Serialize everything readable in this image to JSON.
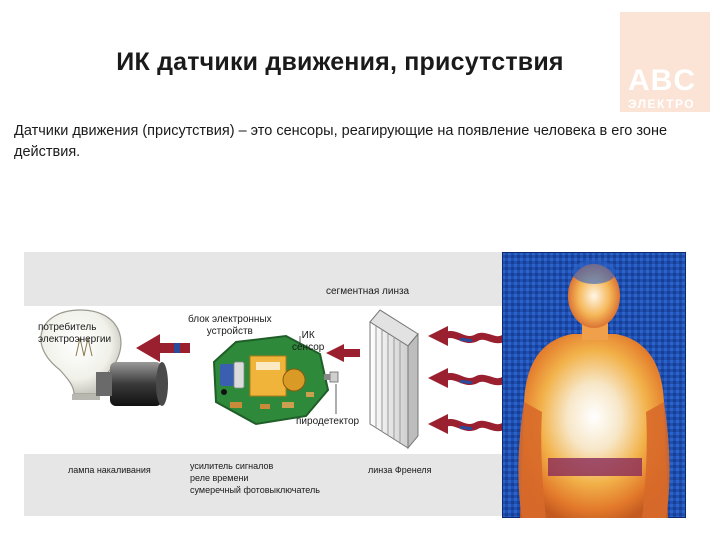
{
  "slide": {
    "title": "ИК датчики движения, присутствия",
    "definition": "Датчики движения (присутствия) – это сенсоры, реагирующие на появление человека в его зоне действия."
  },
  "logo": {
    "main": "ABC",
    "sub": "ЭЛЕКТРО",
    "color": "#fbe3d6"
  },
  "diagram": {
    "label_segment_lens": "сегментная линза",
    "label_consumer": "потребитель\nэлектроэнергии",
    "label_block": "блок электронных\nустройств",
    "label_ir_sensor": "ИК\nсенсор",
    "label_pyrodetector": "пиродетектор",
    "caption_lamp": "лампа накаливания",
    "caption_amplifier": "усилитель сигналов\nреле времени\nсумеречный фотовыключатель",
    "caption_fresnel": "линза Френеля",
    "arrow_color": "#9a1f2f",
    "arrow_accent": "#2a4a9a",
    "band_color": "#e6e6e6"
  }
}
